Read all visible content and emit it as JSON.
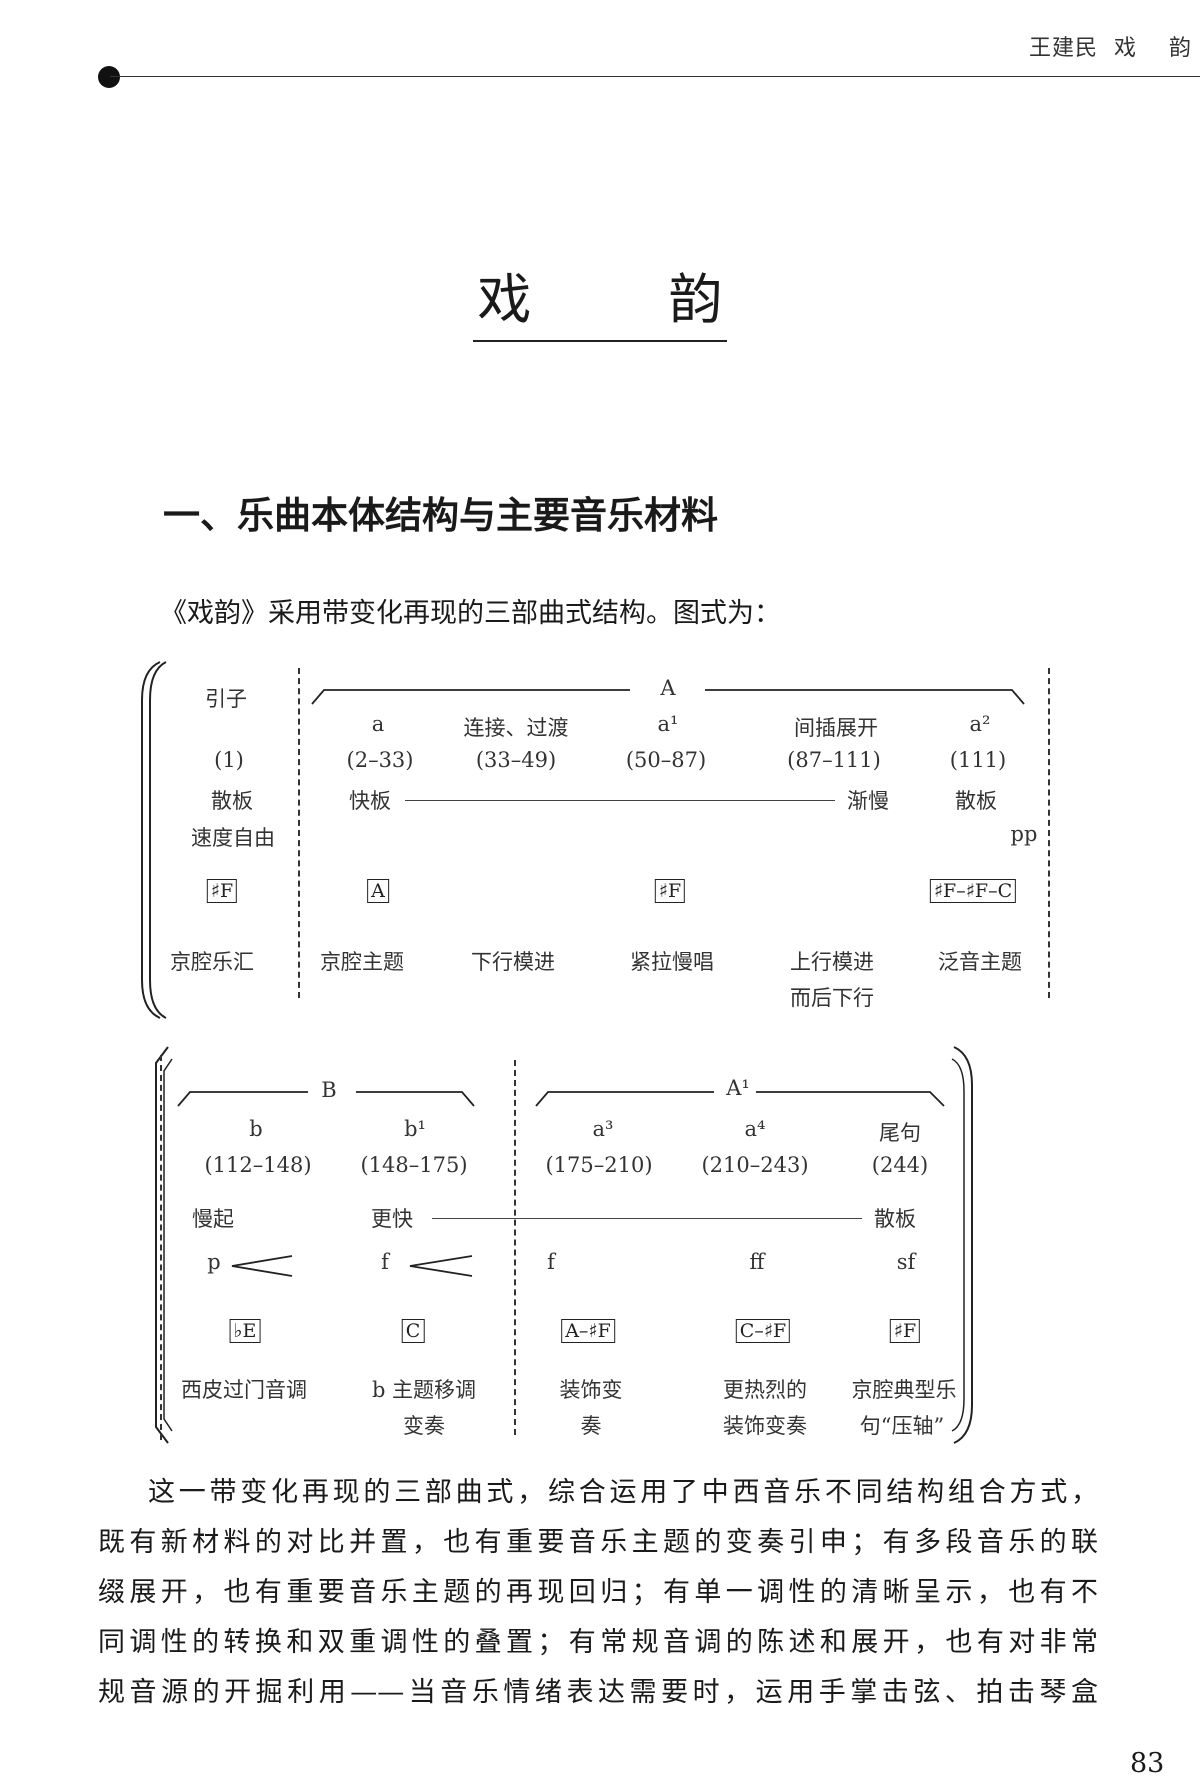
{
  "header": {
    "running_head": "王建民  戏    韵"
  },
  "title": "戏        韵",
  "section_heading": "一、乐曲本体结构与主要音乐材料",
  "intro_line": "《戏韵》采用带变化再现的三部曲式结构。图式为：",
  "diagram": {
    "part1": {
      "section_label": "A",
      "intro_label": "引子",
      "intro_bars": "(1)",
      "intro_tempo": "散板",
      "intro_tempo2": "速度自由",
      "intro_key": "♯F",
      "intro_material": "京腔乐汇",
      "cols": [
        {
          "name": "a",
          "bars": "(2–33)",
          "tempo": "快板",
          "key": "A",
          "material": [
            "京腔主题"
          ]
        },
        {
          "name": "连接、过渡",
          "bars": "(33–49)",
          "tempo": "",
          "key": "",
          "material": [
            "下行模进"
          ]
        },
        {
          "name": "a¹",
          "bars": "(50–87)",
          "tempo": "",
          "key": "♯F",
          "material": [
            "紧拉慢唱"
          ]
        },
        {
          "name": "间插展开",
          "bars": "(87–111)",
          "tempo": "渐慢",
          "key": "",
          "material": [
            "上行模进",
            "而后下行"
          ]
        },
        {
          "name": "a²",
          "bars": "(111)",
          "tempo": "散板",
          "key": "♯F–♯F–C",
          "material": [
            "泛音主题"
          ]
        }
      ],
      "dynamic": "pp"
    },
    "part2": {
      "section_b_label": "B",
      "section_a1_label": "A¹",
      "cols": [
        {
          "name": "b",
          "bars": "(112–148)",
          "tempo": "慢起",
          "dyn": "p",
          "key": "♭E",
          "material": [
            "西皮过门音调"
          ]
        },
        {
          "name": "b¹",
          "bars": "(148–175)",
          "tempo": "更快",
          "dyn": "f",
          "key": "C",
          "material": [
            "b 主题移调",
            "变奏"
          ]
        },
        {
          "name": "a³",
          "bars": "(175–210)",
          "tempo": "",
          "dyn": "f",
          "key": "A–♯F",
          "material": [
            "装饰变",
            "奏"
          ]
        },
        {
          "name": "a⁴",
          "bars": "(210–243)",
          "tempo": "",
          "dyn": "ff",
          "key": "C–♯F",
          "material": [
            "更热烈的",
            "装饰变奏"
          ]
        },
        {
          "name": "尾句",
          "bars": "(244)",
          "tempo": "散板",
          "dyn": "sf",
          "key": "♯F",
          "material": [
            "京腔典型乐",
            "句“压轴”"
          ]
        }
      ]
    }
  },
  "paragraph_lines": [
    "这一带变化再现的三部曲式，综合运用了中西音乐不同结构组合方式，",
    "既有新材料的对比并置，也有重要音乐主题的变奏引申；有多段音乐的联",
    "缀展开，也有重要音乐主题的再现回归；有单一调性的清晰呈示，也有不",
    "同调性的转换和双重调性的叠置；有常规音调的陈述和展开，也有对非常",
    "规音源的开掘利用——当音乐情绪表达需要时，运用手掌击弦、拍击琴盒"
  ],
  "page_number": "83"
}
